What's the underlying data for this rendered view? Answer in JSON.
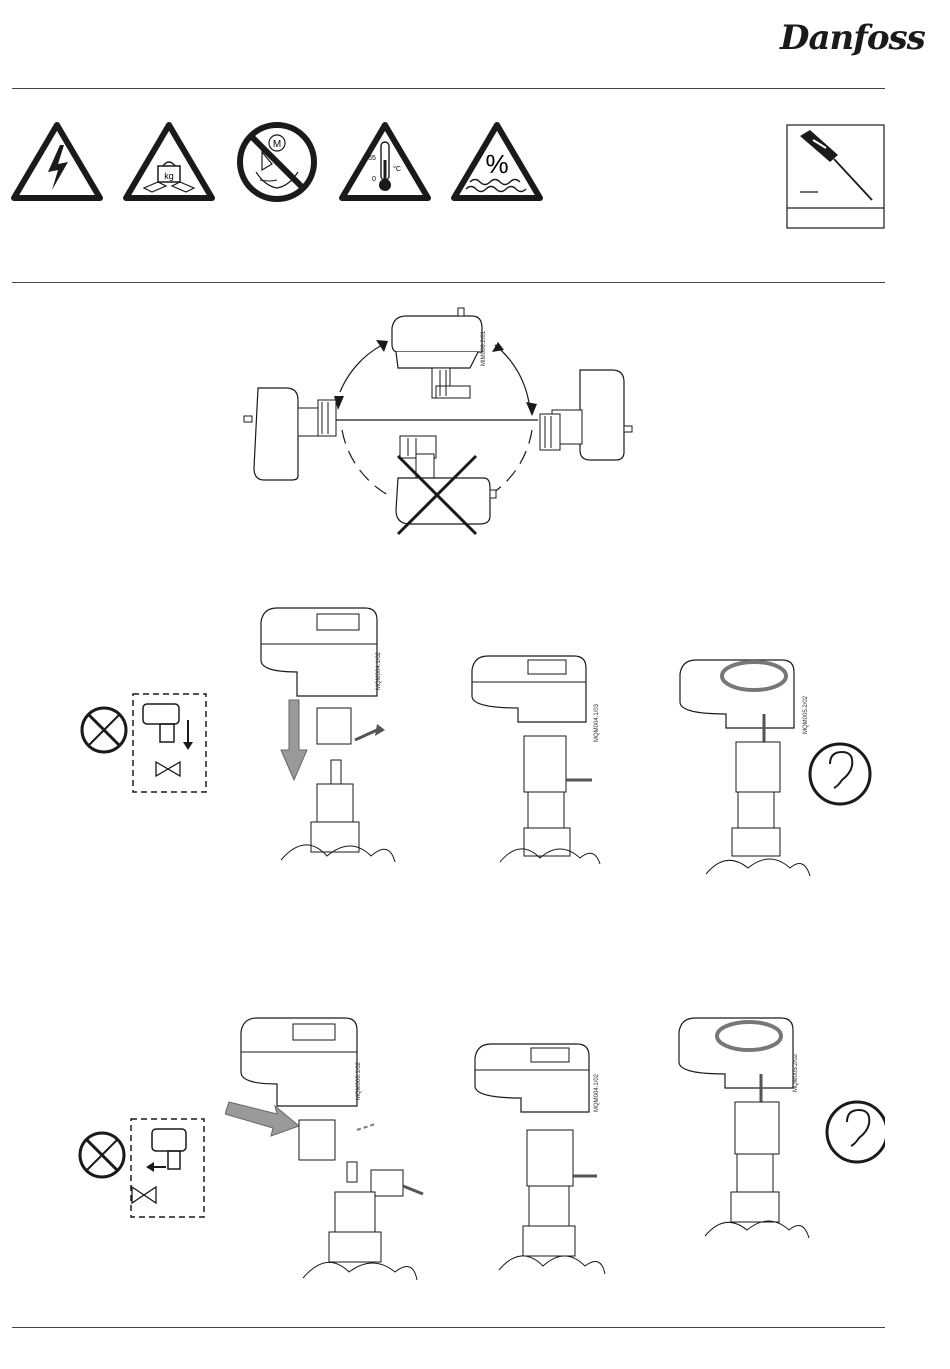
{
  "header": {
    "brand": "Danfoss"
  },
  "warnings": {
    "thermometer_high": "55",
    "thermometer_low": "0",
    "thermometer_unit": "°C",
    "humidity_symbol": "%",
    "motor_symbol": "M",
    "weight_symbol": "kg"
  },
  "figure_codes": {
    "orientation": "MIM006.2/01",
    "step1_a": "MQM004.1/02",
    "step1_b": "MQM004.1/03",
    "step1_c": "MQM005.2/02",
    "step2_a": "MQM006.1/02",
    "step2_b": "MQM004.1/02",
    "step2_c": "MQM005.2/02"
  },
  "icons": [
    "high-voltage-warning-icon",
    "weight-warning-icon",
    "no-manual-operation-icon",
    "temperature-warning-icon",
    "humidity-warning-icon",
    "screwdriver-icon",
    "no-tools-icon",
    "listen-icon"
  ],
  "colors": {
    "line": "#1a1a1a",
    "arrow_gray": "#9a9a9a",
    "ink": "#222222"
  }
}
